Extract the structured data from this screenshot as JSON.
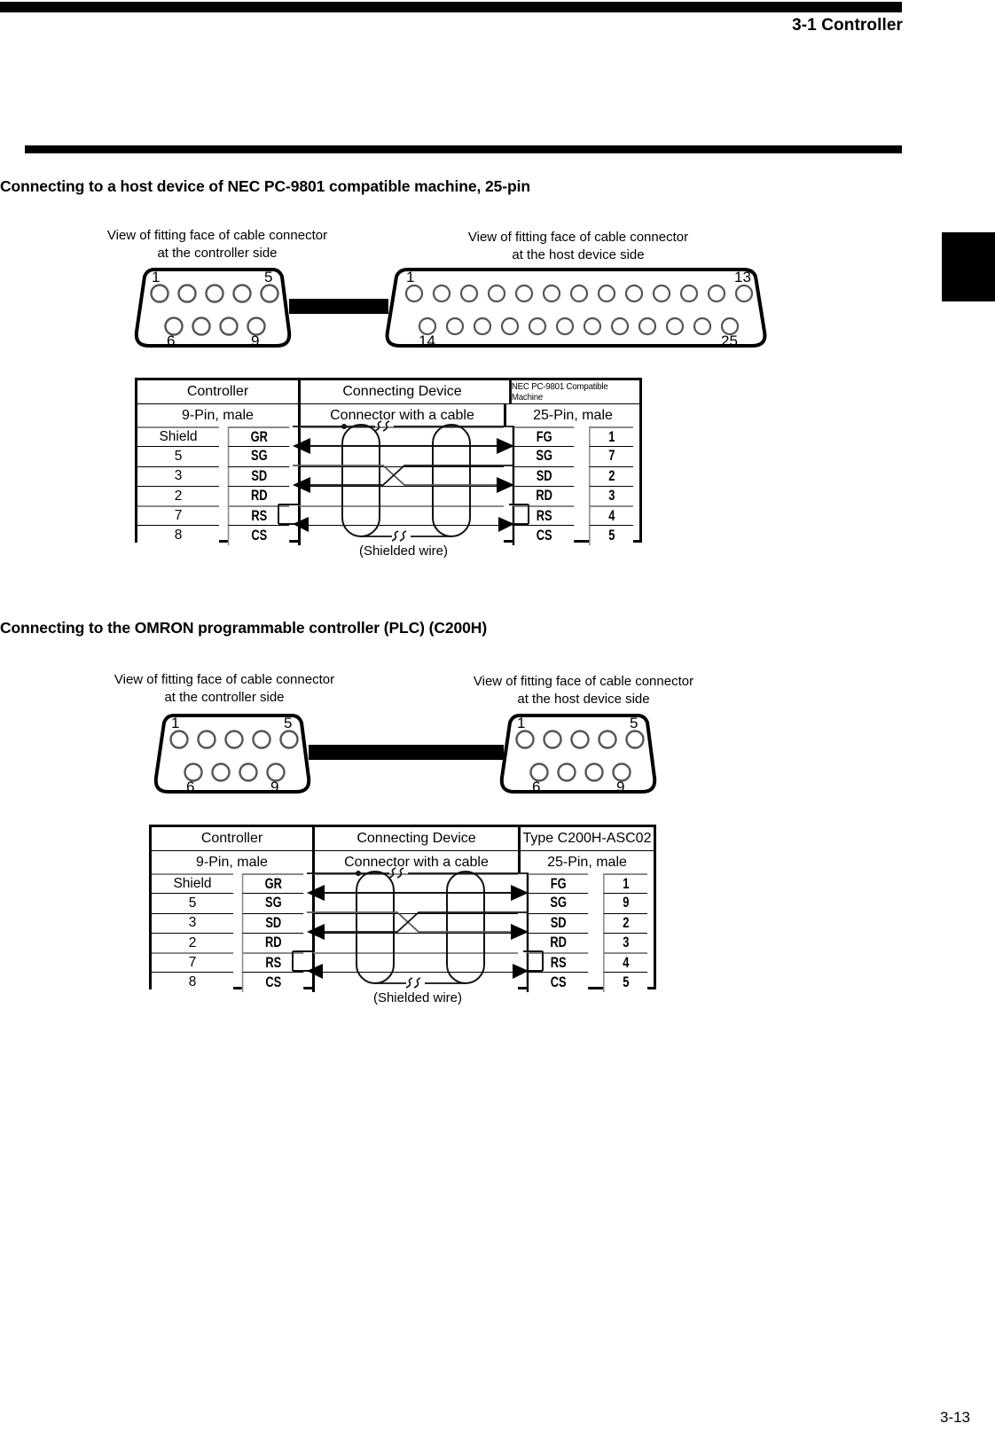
{
  "header": {
    "running_head": "3-1 Controller"
  },
  "footer": {
    "page_number": "3-13"
  },
  "sections": [
    {
      "id": "nec",
      "heading": "Connecting to a host device of NEC PC-9801 compatible machine, 25-pin",
      "left_caption_line1": "View of fitting face of cable connector",
      "left_caption_line2": "at the controller side",
      "right_caption_line1": "View of fitting face of cable connector",
      "right_caption_line2": "at the host device side",
      "left_connector": {
        "type": "db9",
        "top_pins": 5,
        "bottom_pins": 4,
        "label_top_left": "1",
        "label_top_right": "5",
        "label_bottom_left": "6",
        "label_bottom_right": "9"
      },
      "right_connector": {
        "type": "db25",
        "top_pins": 13,
        "bottom_pins": 12,
        "label_top_left": "1",
        "label_top_right": "13",
        "label_bottom_left": "14",
        "label_bottom_right": "25"
      },
      "table": {
        "col_headers": {
          "controller": "Controller",
          "connecting_device": "Connecting Device",
          "host": "NEC PC-9801 Compatible Machine"
        },
        "sub_headers": {
          "controller": "9-Pin, male",
          "connecting_device": "Connector with a cable",
          "host": "25-Pin, male"
        },
        "rows": [
          {
            "ctrl_pin": "Shield",
            "ctrl_sig": "GR",
            "host_sig": "FG",
            "host_pin": "1"
          },
          {
            "ctrl_pin": "5",
            "ctrl_sig": "SG",
            "host_sig": "SG",
            "host_pin": "7"
          },
          {
            "ctrl_pin": "3",
            "ctrl_sig": "SD",
            "host_sig": "SD",
            "host_pin": "2"
          },
          {
            "ctrl_pin": "2",
            "ctrl_sig": "RD",
            "host_sig": "RD",
            "host_pin": "3"
          },
          {
            "ctrl_pin": "7",
            "ctrl_sig": "RS",
            "host_sig": "RS",
            "host_pin": "4"
          },
          {
            "ctrl_pin": "8",
            "ctrl_sig": "CS",
            "host_sig": "CS",
            "host_pin": "5"
          }
        ],
        "shield_note": "(Shielded wire)"
      }
    },
    {
      "id": "omron",
      "heading": "Connecting to the OMRON programmable controller (PLC) (C200H)",
      "left_caption_line1": "View of fitting face of cable connector",
      "left_caption_line2": "at the controller side",
      "right_caption_line1": "View of fitting face of cable connector",
      "right_caption_line2": "at the host device side",
      "left_connector": {
        "type": "db9",
        "top_pins": 5,
        "bottom_pins": 4,
        "label_top_left": "1",
        "label_top_right": "5",
        "label_bottom_left": "6",
        "label_bottom_right": "9"
      },
      "right_connector": {
        "type": "db9",
        "top_pins": 5,
        "bottom_pins": 4,
        "label_top_left": "1",
        "label_top_right": "5",
        "label_bottom_left": "6",
        "label_bottom_right": "9"
      },
      "table": {
        "col_headers": {
          "controller": "Controller",
          "connecting_device": "Connecting Device",
          "host": "Type C200H-ASC02"
        },
        "sub_headers": {
          "controller": "9-Pin, male",
          "connecting_device": "Connector with a cable",
          "host": "25-Pin, male"
        },
        "rows": [
          {
            "ctrl_pin": "Shield",
            "ctrl_sig": "GR",
            "host_sig": "FG",
            "host_pin": "1"
          },
          {
            "ctrl_pin": "5",
            "ctrl_sig": "SG",
            "host_sig": "SG",
            "host_pin": "9"
          },
          {
            "ctrl_pin": "3",
            "ctrl_sig": "SD",
            "host_sig": "SD",
            "host_pin": "2"
          },
          {
            "ctrl_pin": "2",
            "ctrl_sig": "RD",
            "host_sig": "RD",
            "host_pin": "3"
          },
          {
            "ctrl_pin": "7",
            "ctrl_sig": "RS",
            "host_sig": "RS",
            "host_pin": "4"
          },
          {
            "ctrl_pin": "8",
            "ctrl_sig": "CS",
            "host_sig": "CS",
            "host_pin": "5"
          }
        ],
        "shield_note": "(Shielded wire)"
      }
    }
  ],
  "colors": {
    "ink": "#000000",
    "grey_rule": "#8a8a8a",
    "paper": "#ffffff"
  }
}
